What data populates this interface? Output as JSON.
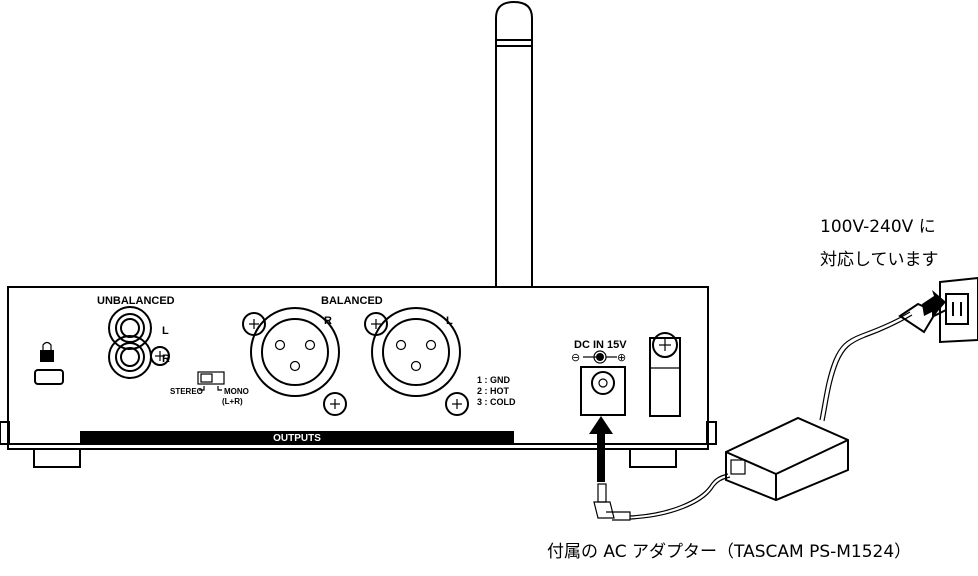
{
  "device": {
    "unbalanced_label": "UNBALANCED",
    "balanced_label": "BALANCED",
    "ch_l": "L",
    "ch_r": "R",
    "stereo_label": "STEREO",
    "mono_label": "MONO",
    "mono_sub_label": "(L+R)",
    "outputs_label": "OUTPUTS",
    "pin_1": "1 : GND",
    "pin_2": "2 : HOT",
    "pin_3": "3 : COLD",
    "dc_in_label": "DC IN 15V",
    "polarity_minus": "⊖",
    "polarity_plus": "⊕"
  },
  "callouts": {
    "voltage_line1": "100V-240V に",
    "voltage_line2": "対応しています",
    "adapter": "付属の AC アダプター（TASCAM PS-M1524）"
  }
}
